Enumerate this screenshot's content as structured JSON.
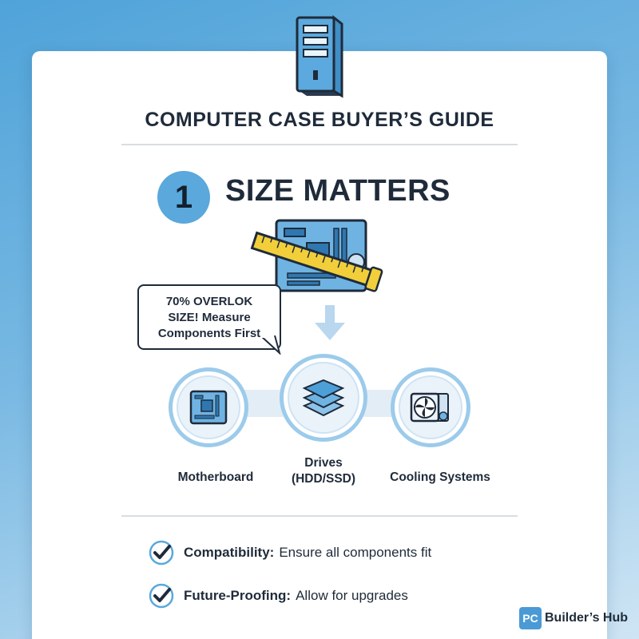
{
  "title": "COMPUTER CASE BUYER’S GUIDE",
  "step": {
    "number": "1",
    "title": "SIZE MATTERS"
  },
  "callout": {
    "line1": "70% OVERLOK",
    "line2": "SIZE! Measure",
    "line3": "Components First"
  },
  "components": [
    {
      "label": "Motherboard",
      "icon": "motherboard-icon"
    },
    {
      "label_line1": "Drives",
      "label_line2": "(HDD/SSD)",
      "icon": "drives-stack-icon"
    },
    {
      "label": "Cooling Systems",
      "icon": "cooling-fan-icon"
    }
  ],
  "checklist": [
    {
      "term": "Compatibility:",
      "text": "Ensure all components fit"
    },
    {
      "term": "Future-Proofing:",
      "text": "Allow for upgrades"
    }
  ],
  "brand": {
    "logo": "PC",
    "name": "Builder’s Hub"
  },
  "colors": {
    "accent": "#5aa8dc",
    "text": "#1f2b3a",
    "ruler": "#f2cf3a"
  }
}
